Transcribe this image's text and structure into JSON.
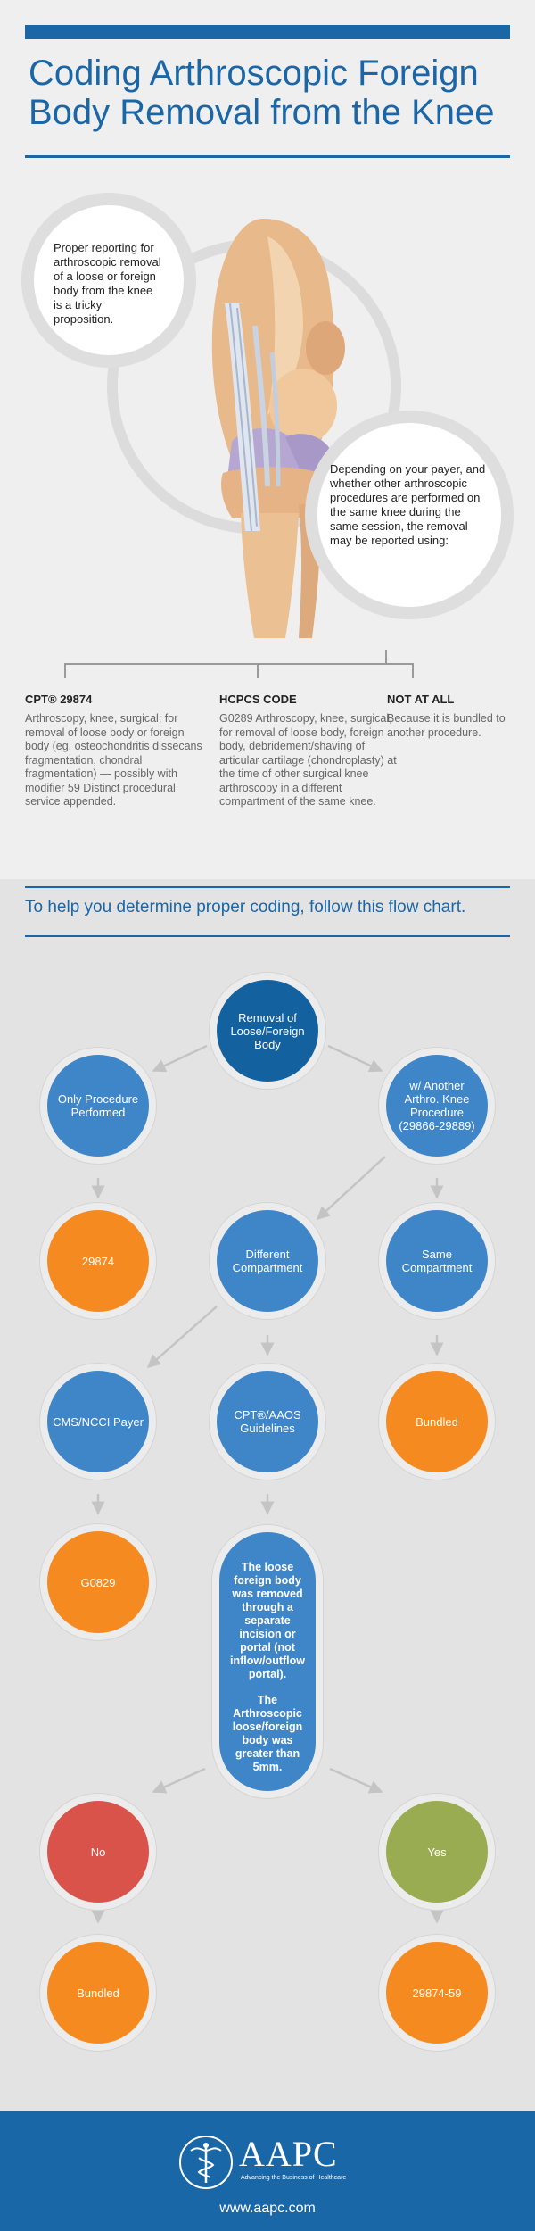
{
  "title": "Coding Arthroscopic Foreign Body Removal from the Knee",
  "intro_circle": "Proper reporting for arthroscopic removal of a loose or foreign body from the knee is a tricky proposition.",
  "depends_circle": "Depending on your payer, and whether other arthroscopic procedures are performed on the same knee during the same session, the removal may be reported using:",
  "options": [
    {
      "heading": "CPT® 29874",
      "body": "Arthroscopy, knee, surgical; for removal of loose body or foreign body (eg, osteochondritis dissecans fragmentation, chondral fragmentation) — possibly with modifier 59 Distinct procedural service appended."
    },
    {
      "heading": "HCPCS CODE",
      "body": "G0289 Arthroscopy, knee, surgical, for removal of loose body, foreign body, debridement/shaving of articular cartilage (chondroplasty) at the time of other surgical knee arthroscopy in a different compartment of the same knee."
    },
    {
      "heading": "NOT AT ALL",
      "body": "Because it is bundled to another procedure."
    }
  ],
  "flow_intro": "To help you determine proper coding, follow this flow chart.",
  "flow": {
    "root": "Removal of Loose/Foreign Body",
    "only": "Only Procedure Performed",
    "another": "w/ Another Arthro. Knee Procedure (29866-29889)",
    "code_29874": "29874",
    "different": "Different Compartment",
    "same": "Same Compartment",
    "cms": "CMS/NCCI Payer",
    "cpt_aaos": "CPT®/AAOS Guidelines",
    "bundled_1": "Bundled",
    "g0829": "G0829",
    "condition_1": "The loose foreign body was removed through a separate incision or portal (not inflow/outflow portal).",
    "condition_2": "The Arthroscopic loose/foreign body was greater than 5mm.",
    "no": "No",
    "yes": "Yes",
    "bundled_2": "Bundled",
    "code_29874_59": "29874-59"
  },
  "colors": {
    "brand_blue": "#1b66a6",
    "node_dark": "#13629f",
    "node_blue": "#3f86c8",
    "node_orange": "#f58a20",
    "node_red": "#d9534a",
    "node_green": "#9aac51"
  },
  "footer": {
    "logo_text": "AAPC",
    "tagline": "Advancing the Business of Healthcare",
    "website": "www.aapc.com",
    "logo_icon": "caduceus-icon"
  }
}
